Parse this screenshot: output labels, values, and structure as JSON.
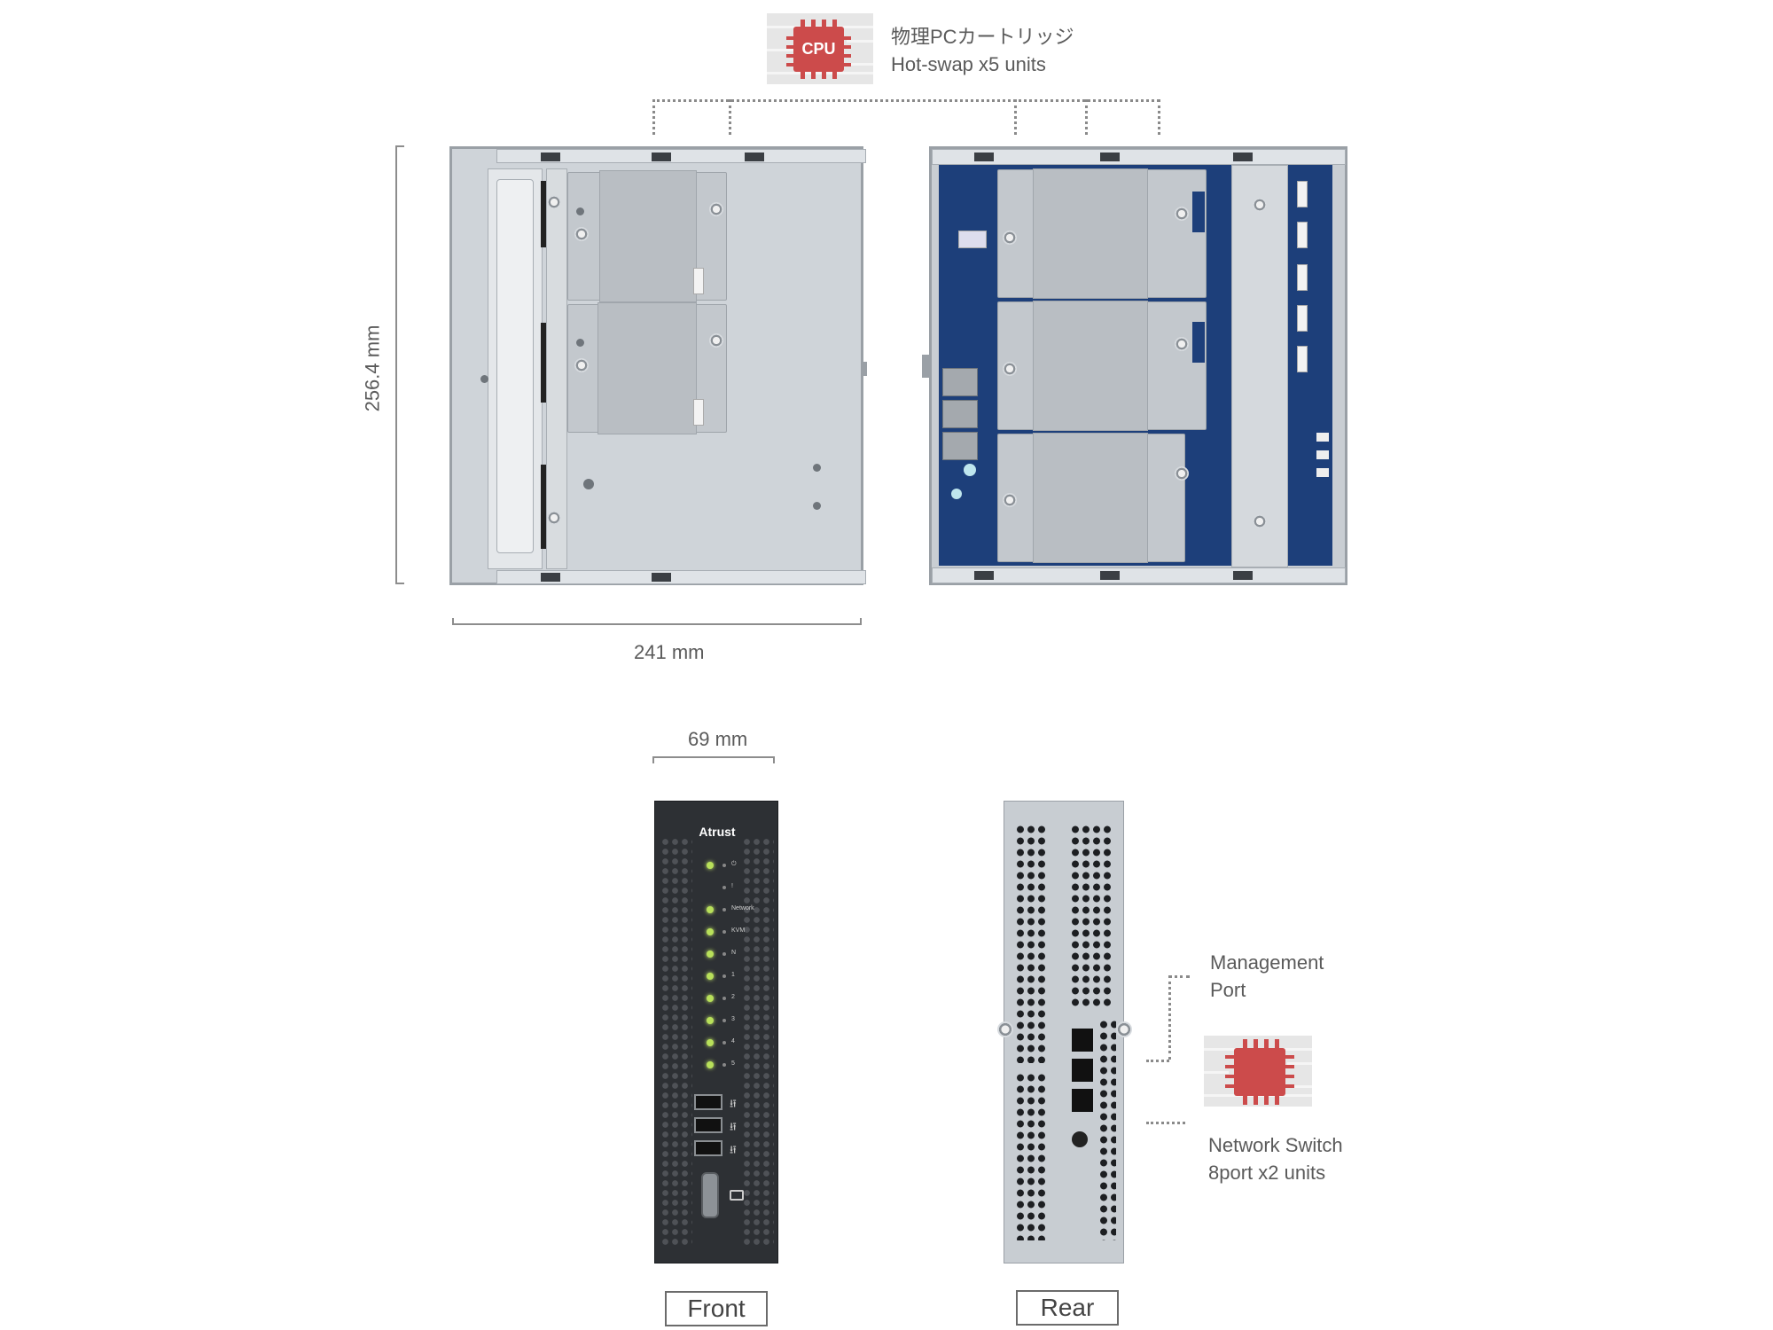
{
  "cartridge_callout": {
    "icon": "cpu-chip-icon",
    "chip_text": "CPU",
    "line1": "物理PCカートリッジ",
    "line2": "Hot-swap x5 units",
    "accent_color": "#cc4b4b"
  },
  "dimensions": {
    "height": "256.4 mm",
    "width": "241 mm",
    "depth": "69 mm"
  },
  "front_panel": {
    "brand": "Atrust",
    "leds": [
      {
        "label": "⏻",
        "lit": true
      },
      {
        "label": "!",
        "lit": false
      },
      {
        "label": "Network",
        "lit": true
      },
      {
        "label": "KVM",
        "lit": true
      },
      {
        "label": "N",
        "lit": true
      },
      {
        "label": "1",
        "lit": true
      },
      {
        "label": "2",
        "lit": true
      },
      {
        "label": "3",
        "lit": true
      },
      {
        "label": "4",
        "lit": true
      },
      {
        "label": "5",
        "lit": true
      }
    ],
    "usb_ports": 3,
    "usb_icon": "usb-icon",
    "vga_icon": "vga-icon"
  },
  "management_callout": {
    "line1": "Management",
    "line2": "Port"
  },
  "switch_callout": {
    "icon": "network-chip-icon",
    "line1": "Network Switch",
    "line2": "8port x2 units"
  },
  "view_labels": {
    "front": "Front",
    "rear": "Rear"
  }
}
